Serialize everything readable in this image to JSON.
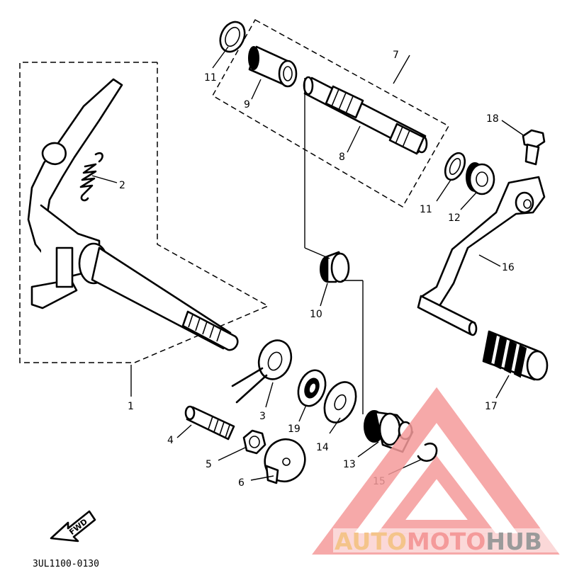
{
  "diagram": {
    "callouts": [
      "1",
      "2",
      "3",
      "4",
      "5",
      "6",
      "7",
      "8",
      "9",
      "10",
      "11",
      "11",
      "12",
      "13",
      "14",
      "15",
      "16",
      "17",
      "18",
      "19"
    ],
    "fwd_label": "FWD",
    "part_code": "3UL1100-0130"
  },
  "watermark": {
    "auto": "AUTO",
    "moto": "MOTO",
    "hub": "HUB",
    "colors": {
      "accent_orange": "#f4c48a",
      "accent_red": "#f49a9a",
      "hub_gray": "#9a9a9a"
    }
  }
}
